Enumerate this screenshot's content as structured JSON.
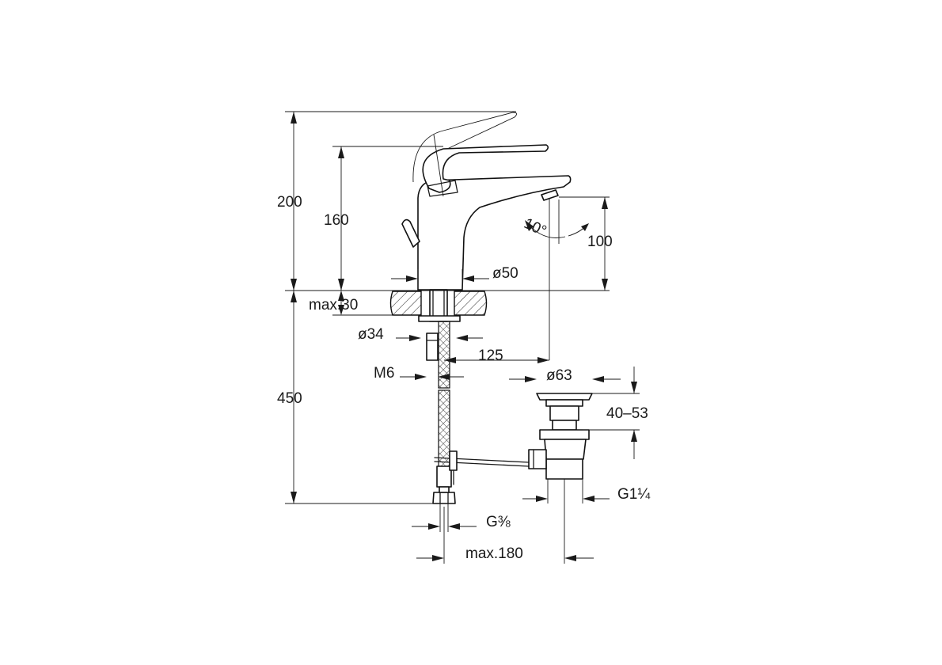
{
  "drawing": {
    "labels": {
      "height_total": "200",
      "height_spout": "160",
      "spout_clearance": "100",
      "spout_angle": "10°",
      "body_diameter": "ø50",
      "deck_thickness": "max.30",
      "hole_diameter": "ø34",
      "projection": "125",
      "stud_thread": "M6",
      "hose_length": "450",
      "waste_diameter": "ø63",
      "waste_range": "40–53",
      "waste_thread": "G1¼",
      "hose_thread": "G⅜",
      "waste_offset": "max.180"
    }
  }
}
